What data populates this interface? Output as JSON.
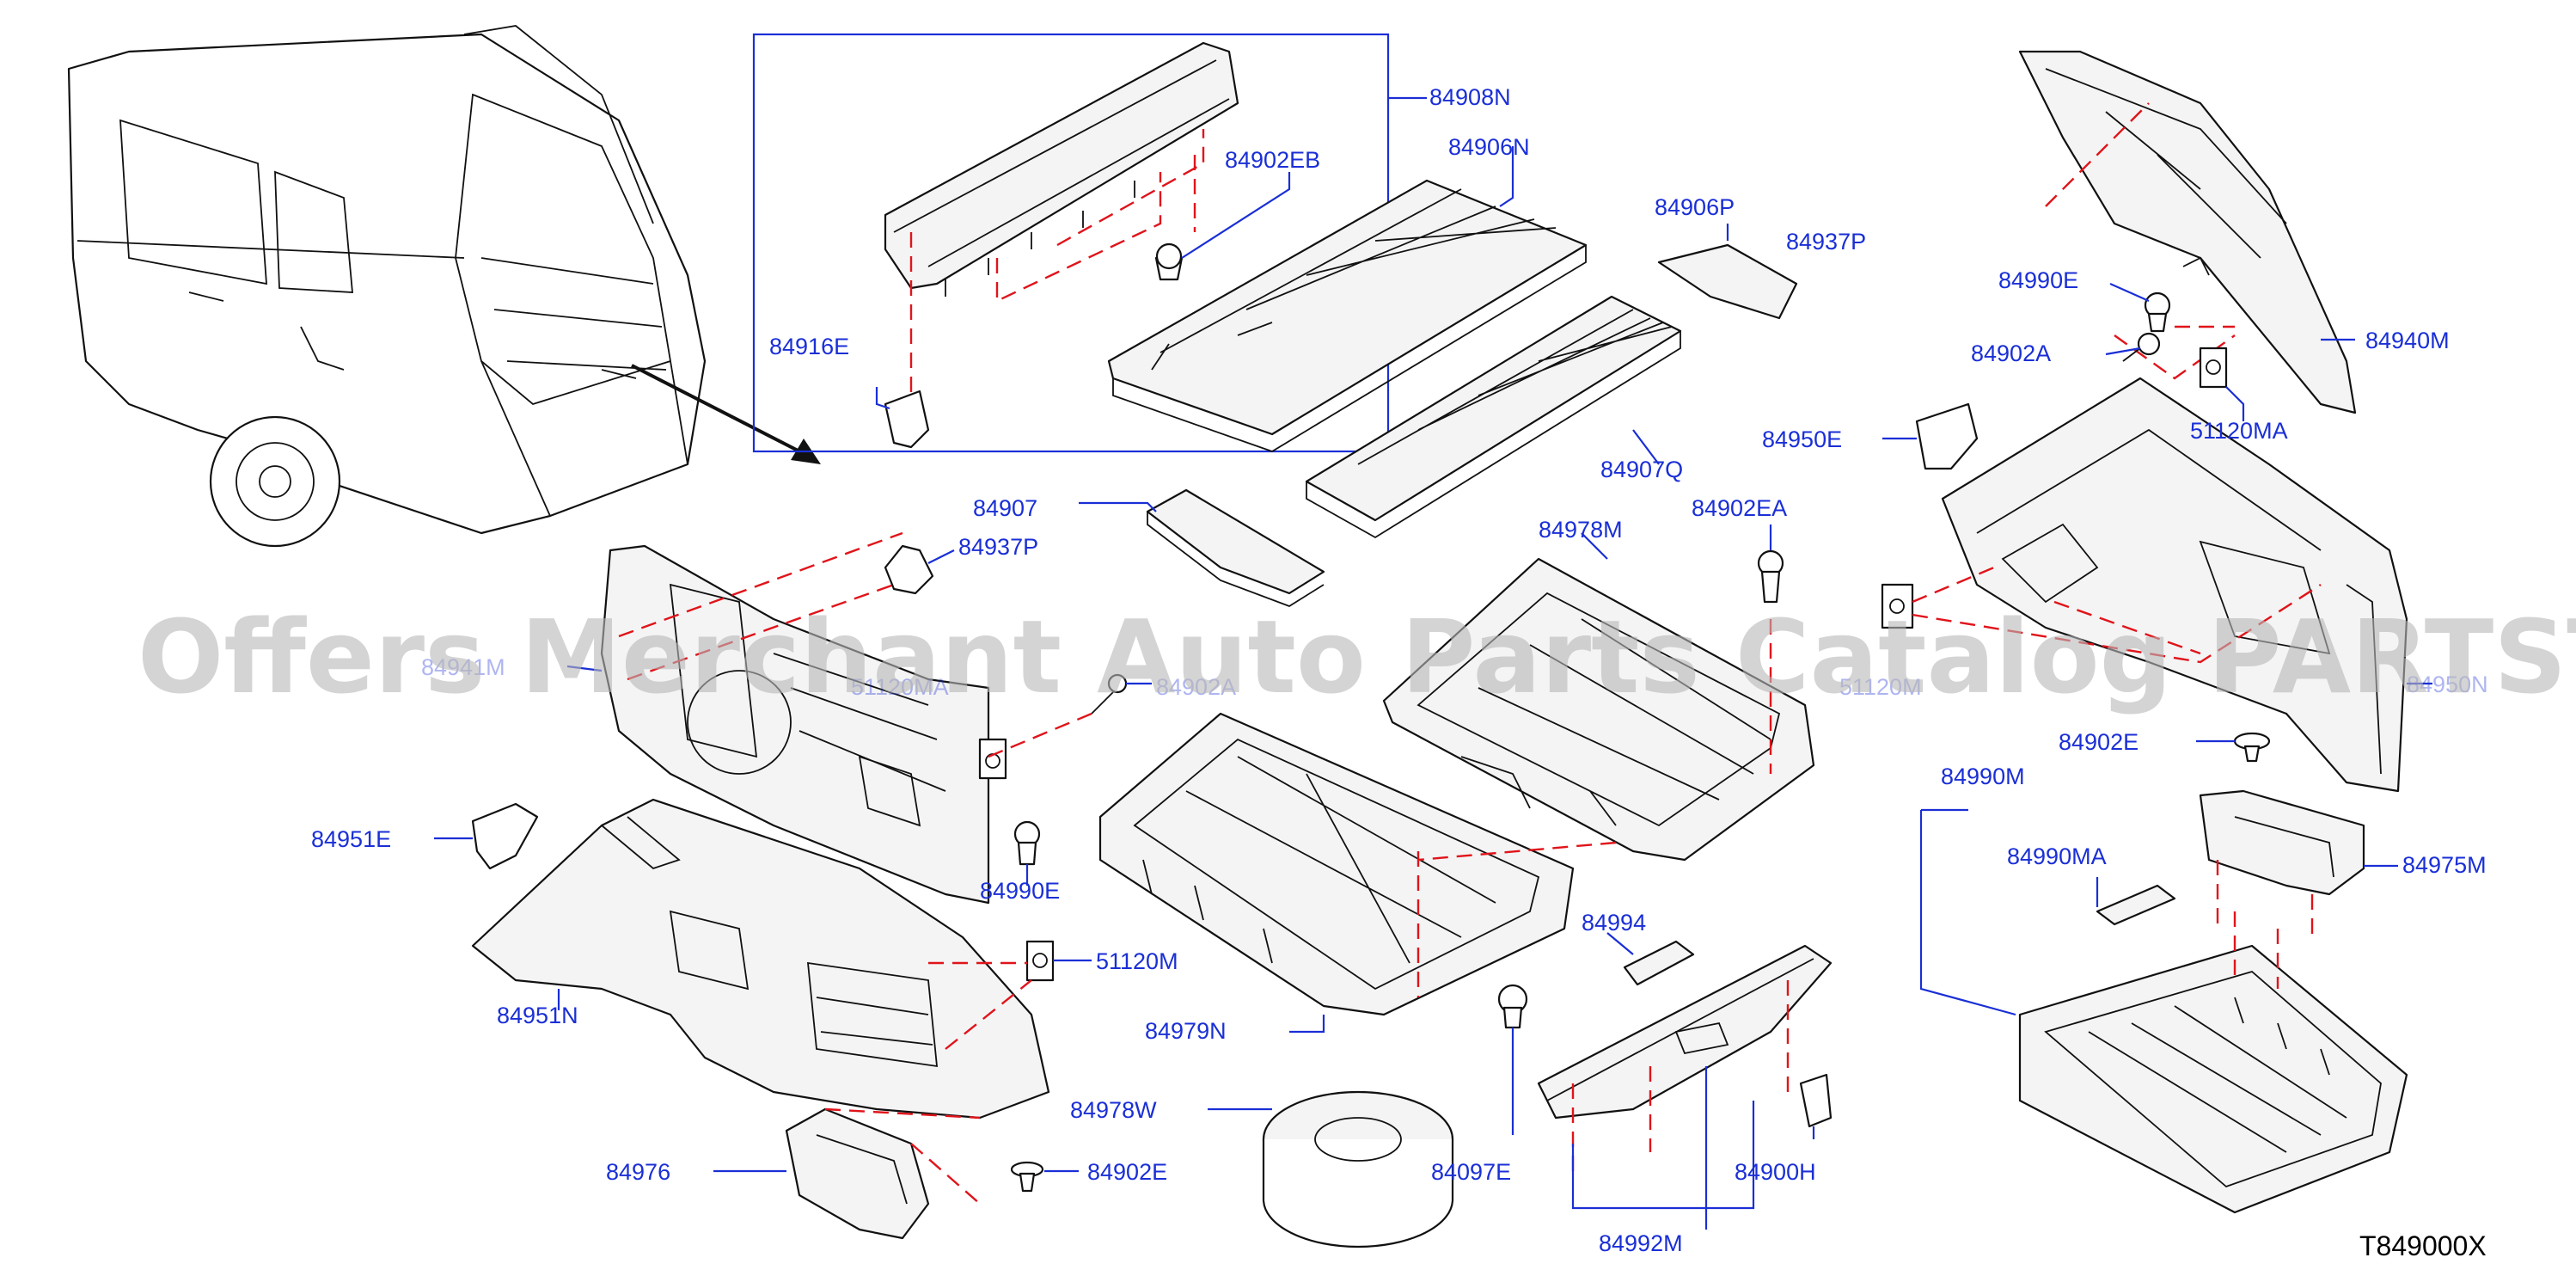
{
  "diagram": {
    "code": "T849000X",
    "watermark": "Offers Merchant Auto Parts Catalog PARTSTORE.SA",
    "colors": {
      "label": "#1a2fd6",
      "fastener_line": "#e0141a",
      "outline": "#111111",
      "watermark": "#b8b8b8"
    },
    "labels": {
      "p84908N": "84908N",
      "p84902EB": "84902EB",
      "p84906N": "84906N",
      "p84906P": "84906P",
      "p84937P_top": "84937P",
      "p84916E": "84916E",
      "p84907Q": "84907Q",
      "p84907": "84907",
      "p84937P_mid": "84937P",
      "p84978M": "84978M",
      "p84902EA": "84902EA",
      "p84941M": "84941M",
      "p51120MA_left": "51120MA",
      "p84902A_left": "84902A",
      "p51120M_mid": "51120M",
      "p84951E": "84951E",
      "p84990E_left": "84990E",
      "p51120M_left": "51120M",
      "p84951N": "84951N",
      "p84979N": "84979N",
      "p84994": "84994",
      "p84978W": "84978W",
      "p84976": "84976",
      "p84902E_left": "84902E",
      "p84097E": "84097E",
      "p84900H": "84900H",
      "p84992M": "84992M",
      "p84940M": "84940M",
      "p84990E_right": "84990E",
      "p84902A_right": "84902A",
      "p51120MA_right": "51120MA",
      "p84950E": "84950E",
      "p84950N": "84950N",
      "p84902E_right": "84902E",
      "p84990M": "84990M",
      "p84990MA": "84990MA",
      "p84975M": "84975M"
    }
  }
}
